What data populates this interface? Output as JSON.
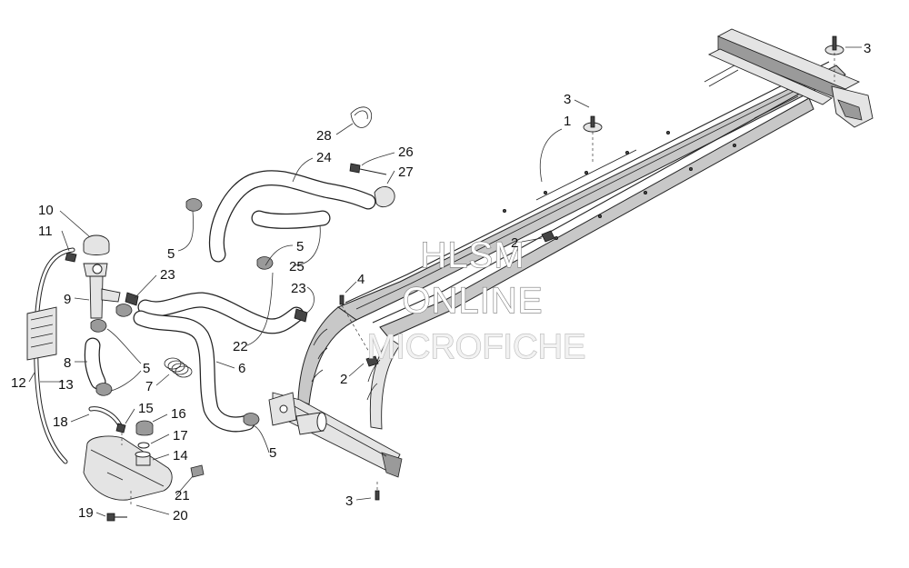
{
  "watermark": {
    "line1": "HLSM",
    "line2": "ONLINE",
    "line3": "MICROFICHE"
  },
  "callouts": [
    {
      "id": "c1",
      "text": "1"
    },
    {
      "id": "c2a",
      "text": "2"
    },
    {
      "id": "c2b",
      "text": "2"
    },
    {
      "id": "c3a",
      "text": "3"
    },
    {
      "id": "c3b",
      "text": "3"
    },
    {
      "id": "c3c",
      "text": "3"
    },
    {
      "id": "c4",
      "text": "4"
    },
    {
      "id": "c5a",
      "text": "5"
    },
    {
      "id": "c5b",
      "text": "5"
    },
    {
      "id": "c5c",
      "text": "5"
    },
    {
      "id": "c5d",
      "text": "5"
    },
    {
      "id": "c6",
      "text": "6"
    },
    {
      "id": "c7",
      "text": "7"
    },
    {
      "id": "c8",
      "text": "8"
    },
    {
      "id": "c9",
      "text": "9"
    },
    {
      "id": "c10",
      "text": "10"
    },
    {
      "id": "c11",
      "text": "11"
    },
    {
      "id": "c12",
      "text": "12"
    },
    {
      "id": "c13",
      "text": "13"
    },
    {
      "id": "c14",
      "text": "14"
    },
    {
      "id": "c15",
      "text": "15"
    },
    {
      "id": "c16",
      "text": "16"
    },
    {
      "id": "c17",
      "text": "17"
    },
    {
      "id": "c18",
      "text": "18"
    },
    {
      "id": "c19",
      "text": "19"
    },
    {
      "id": "c20",
      "text": "20"
    },
    {
      "id": "c21",
      "text": "21"
    },
    {
      "id": "c22",
      "text": "22"
    },
    {
      "id": "c23a",
      "text": "23"
    },
    {
      "id": "c23b",
      "text": "23"
    },
    {
      "id": "c24",
      "text": "24"
    },
    {
      "id": "c25",
      "text": "25"
    },
    {
      "id": "c26",
      "text": "26"
    },
    {
      "id": "c27",
      "text": "27"
    },
    {
      "id": "c28",
      "text": "28"
    }
  ]
}
